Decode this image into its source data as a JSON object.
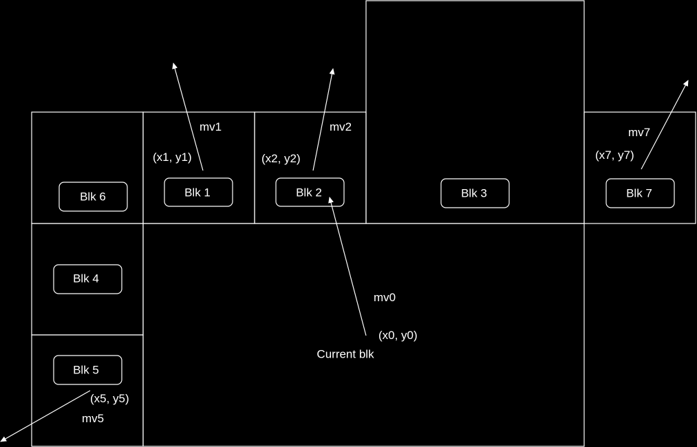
{
  "blocks": {
    "blk1": "Blk 1",
    "blk2": "Blk 2",
    "blk3": "Blk 3",
    "blk4": "Blk 4",
    "blk5": "Blk 5",
    "blk6": "Blk 6",
    "blk7": "Blk 7",
    "current": "Current blk"
  },
  "vectors": {
    "mv0": "mv0",
    "mv1": "mv1",
    "mv2": "mv2",
    "mv5": "mv5",
    "mv7": "mv7"
  },
  "points": {
    "p0": "(x0, y0)",
    "p1": "(x1, y1)",
    "p2": "(x2, y2)",
    "p5": "(x5, y5)",
    "p7": "(x7, y7)"
  }
}
